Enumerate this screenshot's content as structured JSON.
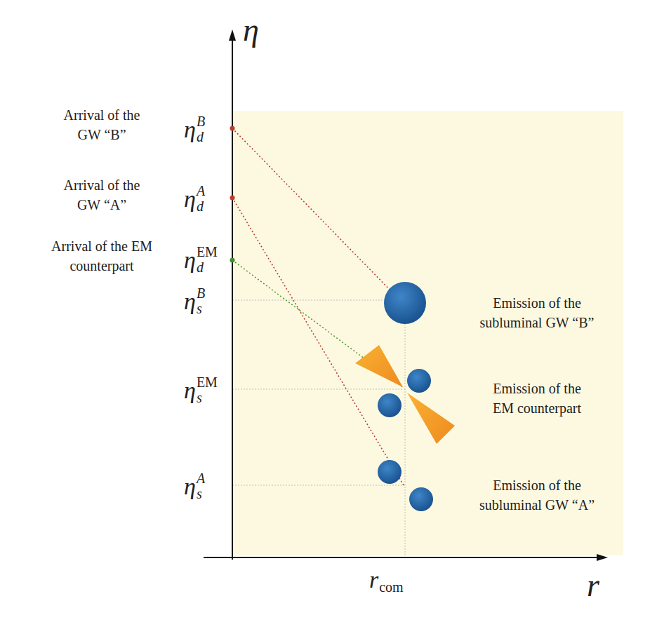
{
  "diagram": {
    "labels": [
      "Arrival of the GW “B”",
      "η",
      "d",
      "B",
      "Arrival of the GW “A”",
      "η",
      "d",
      "A",
      "Arrival of the EM counterpart",
      "η",
      "d",
      "EM",
      "η",
      "s",
      "B",
      "Emission of the subluminal GW “B”",
      "η",
      "s",
      "EM",
      "Emission of the EM counterpart",
      "η",
      "s",
      "A",
      "Emission of the subluminal GW “A”",
      "r",
      "com",
      "η",
      "r"
    ]
  }
}
